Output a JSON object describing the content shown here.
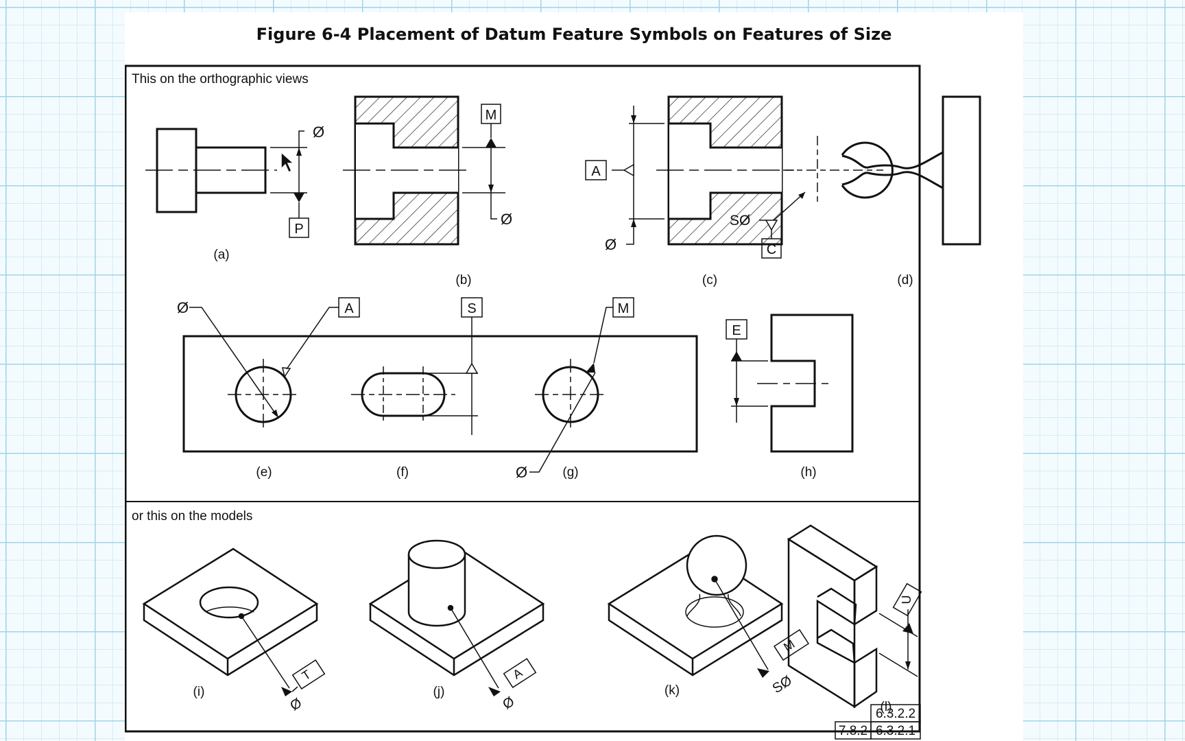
{
  "figure": {
    "title": "Figure 6-4 Placement of Datum Feature Symbols on Features of Size",
    "section_orthographic": "This on the orthographic views",
    "section_models": "or this on the models"
  },
  "symbols": {
    "diameter": "Ø",
    "spherical_diameter": "SØ"
  },
  "views": [
    {
      "id": "a",
      "caption": "(a)",
      "datum": "P"
    },
    {
      "id": "b",
      "caption": "(b)",
      "datum": "M"
    },
    {
      "id": "c",
      "caption": "(c)",
      "datum": "A"
    },
    {
      "id": "d",
      "caption": "(d)",
      "datum": "C"
    },
    {
      "id": "e",
      "caption": "(e)",
      "datum": "A"
    },
    {
      "id": "f",
      "caption": "(f)",
      "datum": "S"
    },
    {
      "id": "g",
      "caption": "(g)",
      "datum": "M"
    },
    {
      "id": "h",
      "caption": "(h)",
      "datum": "E"
    },
    {
      "id": "i",
      "caption": "(i)",
      "datum": "T"
    },
    {
      "id": "j",
      "caption": "(j)",
      "datum": "A"
    },
    {
      "id": "k",
      "caption": "(k)",
      "datum": "M"
    },
    {
      "id": "l",
      "caption": "(l)",
      "datum": "U"
    }
  ],
  "references": [
    "6.3.2.2",
    "7.8.2",
    "6.3.2.1"
  ]
}
